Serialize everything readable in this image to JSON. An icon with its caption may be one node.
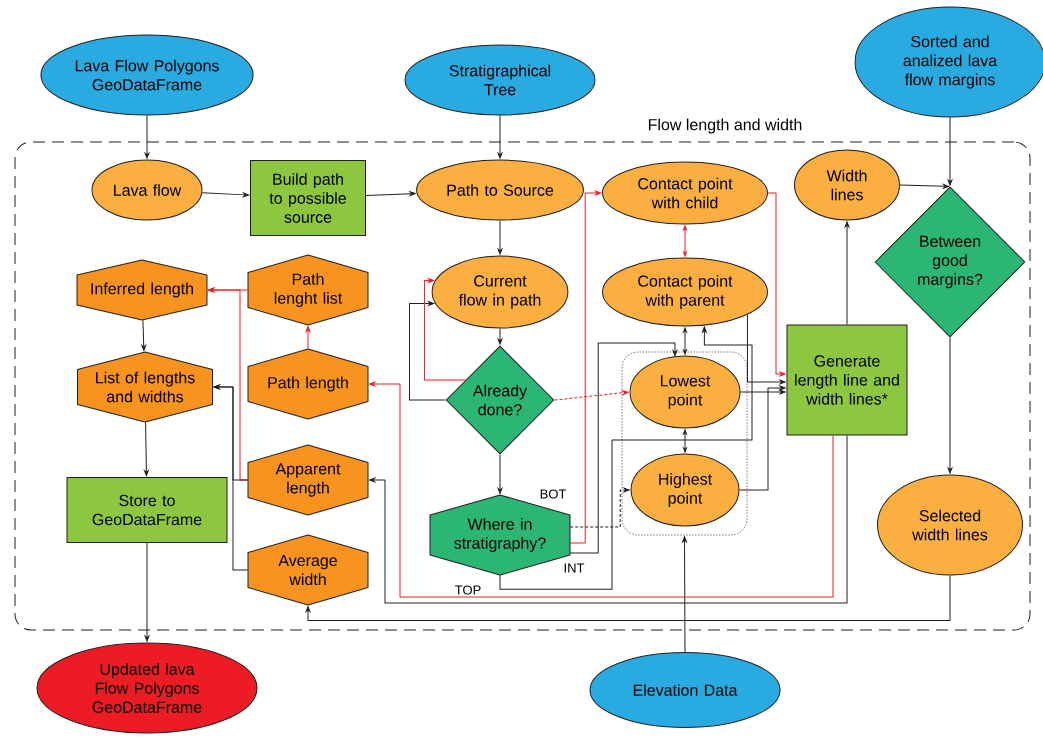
{
  "diagram": {
    "nodes": [
      {
        "text": [
          "Lava Flow Polygons GeoDataFrame"
        ]
      },
      {
        "text": [
          "Stratigraphical Tree"
        ]
      },
      {
        "text": [
          "Sorted and analized lava flow margins"
        ]
      },
      {
        "text": [
          "Flow length and width"
        ]
      },
      {
        "text": [
          "Lava flow"
        ],
        "in": 3
      },
      {
        "text": [
          "Build path to possible source"
        ],
        "in": 3
      },
      {
        "text": [
          "Path to Source"
        ],
        "in": 3
      },
      {
        "text": [
          "Contact point with child"
        ],
        "in": 3
      },
      {
        "text": [
          "Width lines"
        ],
        "in": 3
      },
      {
        "text": [
          "Between good margins?"
        ],
        "in": 3
      },
      {
        "text": [
          "Inferred length"
        ],
        "in": 3
      },
      {
        "text": [
          "Path lenght list"
        ],
        "in": 3
      },
      {
        "text": [
          "Current flow in path"
        ],
        "in": 3
      },
      {
        "text": [
          "Contact point with parent"
        ],
        "in": 3
      },
      {
        "text": [
          "List of lengths and widths"
        ],
        "in": 3
      },
      {
        "text": [
          "Path length"
        ],
        "in": 3
      },
      {
        "text": [
          "Already done?"
        ],
        "in": 3
      },
      {
        "text": [],
        "shape": "box",
        "in": 3
      },
      {
        "text": [
          "Lowest point"
        ],
        "in": 17
      },
      {
        "text": [
          "Generate length line and width lines*"
        ],
        "in": 3
      },
      {
        "text": [
          "Apparent length"
        ],
        "in": 3
      },
      {
        "text": [
          "Store to GeoDataFrame"
        ],
        "in": 3
      },
      {
        "text": [
          "Where in stratigraphy?"
        ],
        "in": 3
      },
      {
        "text": [
          "Highest point"
        ],
        "in": 17
      },
      {
        "text": [
          "Selected width lines"
        ],
        "in": 3
      },
      {
        "text": [
          "Average width"
        ],
        "in": 3
      },
      {
        "text": [
          "Updated lava Flow Polygons GeoDataFrame"
        ]
      },
      {
        "text": [
          "Elevation Data"
        ]
      }
    ],
    "edges": [
      {
        "from": 0,
        "to": 4,
        "arrow": "to"
      },
      {
        "from": 1,
        "to": 6,
        "arrow": "to"
      },
      {
        "from": 2,
        "to": 9,
        "arrow": "to"
      },
      {
        "from": 4,
        "to": 5,
        "arrow": "to"
      },
      {
        "from": 5,
        "to": 6,
        "arrow": "to"
      },
      {
        "from": 6,
        "to": 12,
        "arrow": "to"
      },
      {
        "from": 12,
        "to": 16,
        "arrow": "to"
      },
      {
        "from": 16,
        "to": 12,
        "arrow": "to"
      },
      {
        "from": 16,
        "to": 12,
        "arrow": "to",
        "color": "#ed1c24"
      },
      {
        "from": 16,
        "to": 22,
        "arrow": "to"
      },
      {
        "from": 22,
        "to": 7,
        "arrow": "to",
        "color": "#ed1c24"
      },
      {
        "from": 22,
        "to": 18,
        "arrow": "to",
        "label": "INT"
      },
      {
        "from": 22,
        "to": 23,
        "arrow": "to",
        "label": "BOT",
        "style": "dashed"
      },
      {
        "from": 22,
        "to": 13,
        "arrow": "to",
        "label": "TOP"
      },
      {
        "from": 13,
        "to": 7,
        "arrow": "both",
        "color": "#ed1c24"
      },
      {
        "from": 13,
        "to": 18,
        "arrow": "both"
      },
      {
        "from": 18,
        "to": 23,
        "arrow": "both"
      },
      {
        "from": 7,
        "to": 19,
        "arrow": "to",
        "color": "#ed1c24"
      },
      {
        "from": 13,
        "to": 19,
        "arrow": "to"
      },
      {
        "from": 18,
        "to": 19,
        "arrow": "to"
      },
      {
        "from": 16,
        "to": 18,
        "arrow": "to",
        "style": "dashed",
        "color": "#ed1c24"
      },
      {
        "from": 23,
        "to": 19,
        "arrow": "to"
      },
      {
        "from": 27,
        "to": 17,
        "arrow": "to"
      },
      {
        "from": 19,
        "to": 8,
        "arrow": "to"
      },
      {
        "from": 8,
        "to": 9,
        "arrow": "to"
      },
      {
        "from": 9,
        "to": 24,
        "arrow": "to"
      },
      {
        "from": 24,
        "to": 25,
        "arrow": "to"
      },
      {
        "from": 19,
        "to": 20,
        "arrow": "to"
      },
      {
        "from": 19,
        "to": 15,
        "arrow": "to",
        "color": "#ed1c24"
      },
      {
        "from": 15,
        "to": 11,
        "arrow": "to",
        "color": "#ed1c24"
      },
      {
        "from": 11,
        "to": 10,
        "arrow": "to",
        "color": "#ed1c24"
      },
      {
        "from": 20,
        "to": 10,
        "arrow": "to",
        "color": "#ed1c24"
      },
      {
        "from": 20,
        "to": 14,
        "arrow": "to"
      },
      {
        "from": 25,
        "to": 14,
        "arrow": "to"
      },
      {
        "from": 10,
        "to": 14,
        "arrow": "to"
      },
      {
        "from": 14,
        "to": 21,
        "arrow": "to"
      },
      {
        "from": 21,
        "to": 26,
        "arrow": "to"
      }
    ]
  }
}
